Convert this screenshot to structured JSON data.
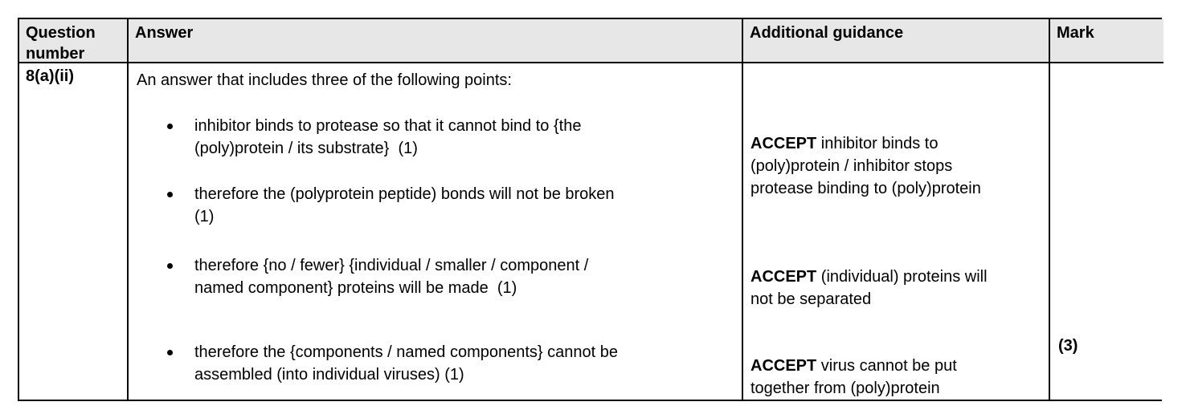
{
  "header": {
    "question_number": "Question number",
    "answer": "Answer",
    "additional_guidance": "Additional guidance",
    "mark": "Mark"
  },
  "row": {
    "question_number": "8(a)(ii)",
    "answer": {
      "intro": "An answer that includes three of the following points:",
      "bullets": [
        "inhibitor binds to protease so that it cannot bind to {the\n(poly)protein / its substrate}  (1)",
        "therefore the (polyprotein peptide) bonds will not be broken\n(1)",
        "therefore {no / fewer} {individual / smaller / component /\nnamed component} proteins will be made  (1)",
        "therefore the {components / named components} cannot be\nassembled (into individual viruses) (1)"
      ]
    },
    "guidance": [
      {
        "prefix": "ACCEPT",
        "text": " inhibitor binds to\n(poly)protein / inhibitor stops\nprotease binding to (poly)protein"
      },
      {
        "prefix": "ACCEPT",
        "text": " (individual) proteins will\nnot be separated"
      },
      {
        "prefix": "ACCEPT",
        "text": " virus cannot be put\ntogether from (poly)protein"
      }
    ],
    "mark": "(3)"
  },
  "colors": {
    "header_background": "#e7e7e7",
    "border": "#000000",
    "text": "#000000"
  }
}
